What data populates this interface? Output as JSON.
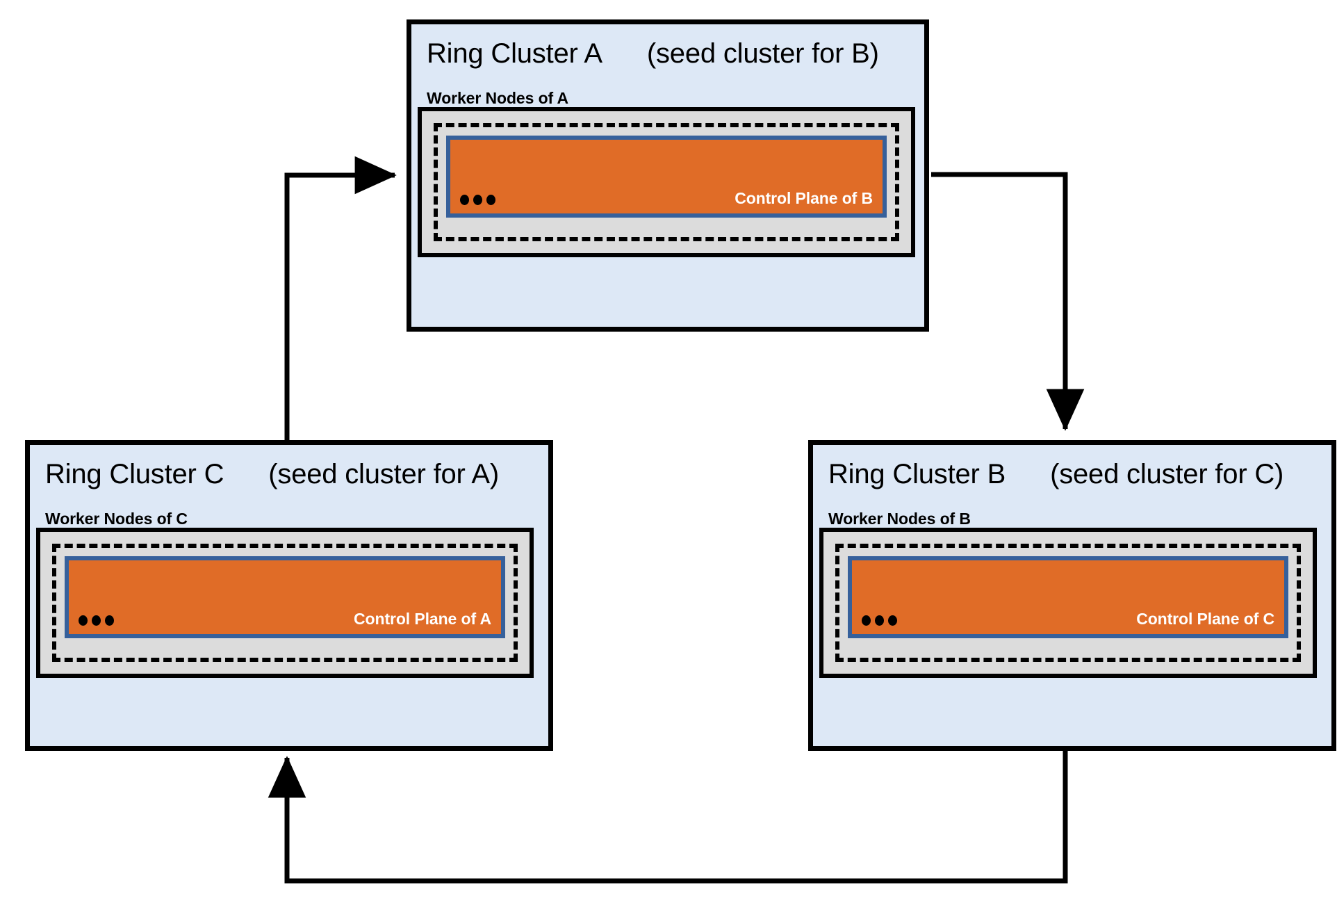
{
  "diagram": {
    "type": "ring-topology",
    "title_visible": false,
    "colors": {
      "cluster_background": "#dde8f6",
      "cluster_border": "#000000",
      "worker_background": "#dcdcdc",
      "worker_border": "#000000",
      "dashed_border": "#000000",
      "control_plane_fill": "#e06c27",
      "control_plane_border": "#36609b",
      "control_plane_text": "#ffffff",
      "arrow": "#000000",
      "page_background": "#ffffff"
    },
    "clusters": [
      {
        "id": "A",
        "title_main": "Ring Cluster A",
        "title_sub": "(seed cluster for B)",
        "worker_label": "Worker Nodes of A",
        "control_plane_label": "Control Plane of B",
        "ellipsis": "•••"
      },
      {
        "id": "C",
        "title_main": "Ring Cluster C",
        "title_sub": "(seed cluster for A)",
        "worker_label": "Worker Nodes of C",
        "control_plane_label": "Control Plane of A",
        "ellipsis": "•••"
      },
      {
        "id": "B",
        "title_main": "Ring Cluster B",
        "title_sub": "(seed cluster for C)",
        "worker_label": "Worker Nodes of B",
        "control_plane_label": "Control Plane of C",
        "ellipsis": "•••"
      }
    ],
    "arrows": [
      {
        "id": "a-to-b",
        "from": "A",
        "to": "B",
        "label": ""
      },
      {
        "id": "b-to-c",
        "from": "B",
        "to": "C",
        "label": ""
      },
      {
        "id": "c-to-a",
        "from": "C",
        "to": "A",
        "label": ""
      }
    ]
  }
}
